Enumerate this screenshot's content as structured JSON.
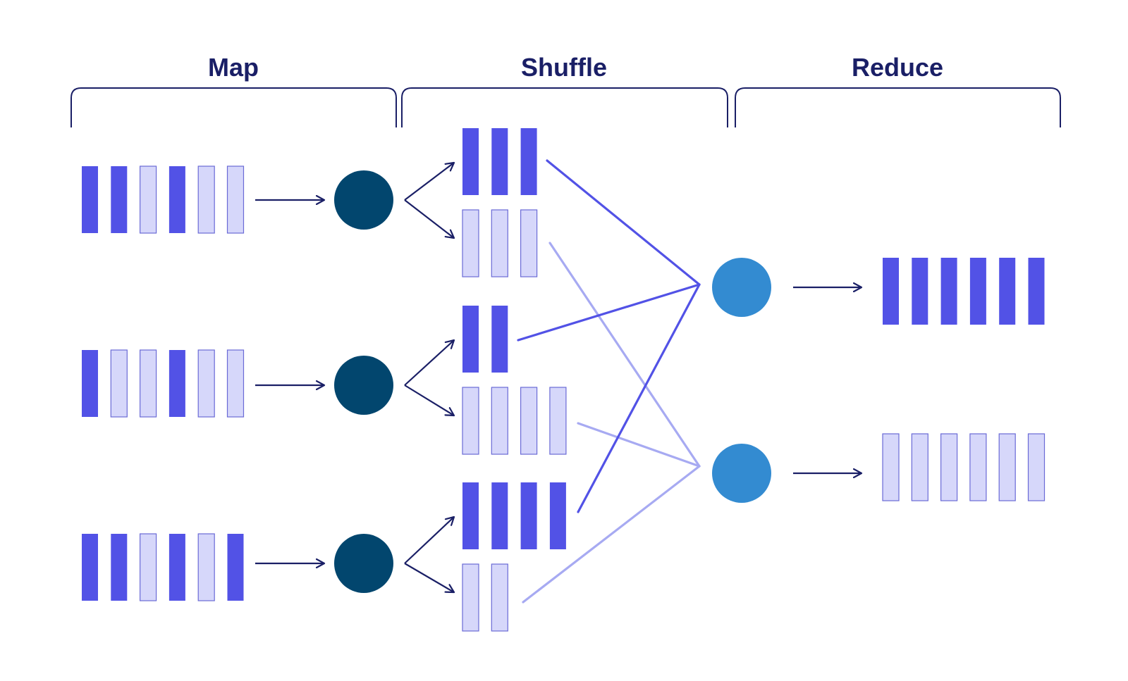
{
  "colors": {
    "dark_blue": "#5252e6",
    "light_blue": "#d6d7fa",
    "light_border": "#6a6ad6",
    "navy": "#1a1f66",
    "mapper_node": "#02466e",
    "reducer_node": "#338bd1",
    "line_dark": "#5252e6",
    "line_light": "#a7aaf2"
  },
  "stages": [
    {
      "label": "Map"
    },
    {
      "label": "Shuffle"
    },
    {
      "label": "Reduce"
    }
  ],
  "map_inputs": [
    {
      "pattern": [
        "dark",
        "dark",
        "light",
        "dark",
        "light",
        "light"
      ]
    },
    {
      "pattern": [
        "dark",
        "light",
        "light",
        "dark",
        "light",
        "light"
      ]
    },
    {
      "pattern": [
        "dark",
        "dark",
        "light",
        "dark",
        "light",
        "dark"
      ]
    }
  ],
  "shuffle_groups": [
    {
      "mapper": 0,
      "kind": "dark",
      "count": 3,
      "reducer": 0
    },
    {
      "mapper": 0,
      "kind": "light",
      "count": 3,
      "reducer": 1
    },
    {
      "mapper": 1,
      "kind": "dark",
      "count": 2,
      "reducer": 0
    },
    {
      "mapper": 1,
      "kind": "light",
      "count": 4,
      "reducer": 1
    },
    {
      "mapper": 2,
      "kind": "dark",
      "count": 4,
      "reducer": 0
    },
    {
      "mapper": 2,
      "kind": "light",
      "count": 2,
      "reducer": 1
    }
  ],
  "reduce_outputs": [
    {
      "kind": "dark",
      "count": 6
    },
    {
      "kind": "light",
      "count": 6
    }
  ]
}
